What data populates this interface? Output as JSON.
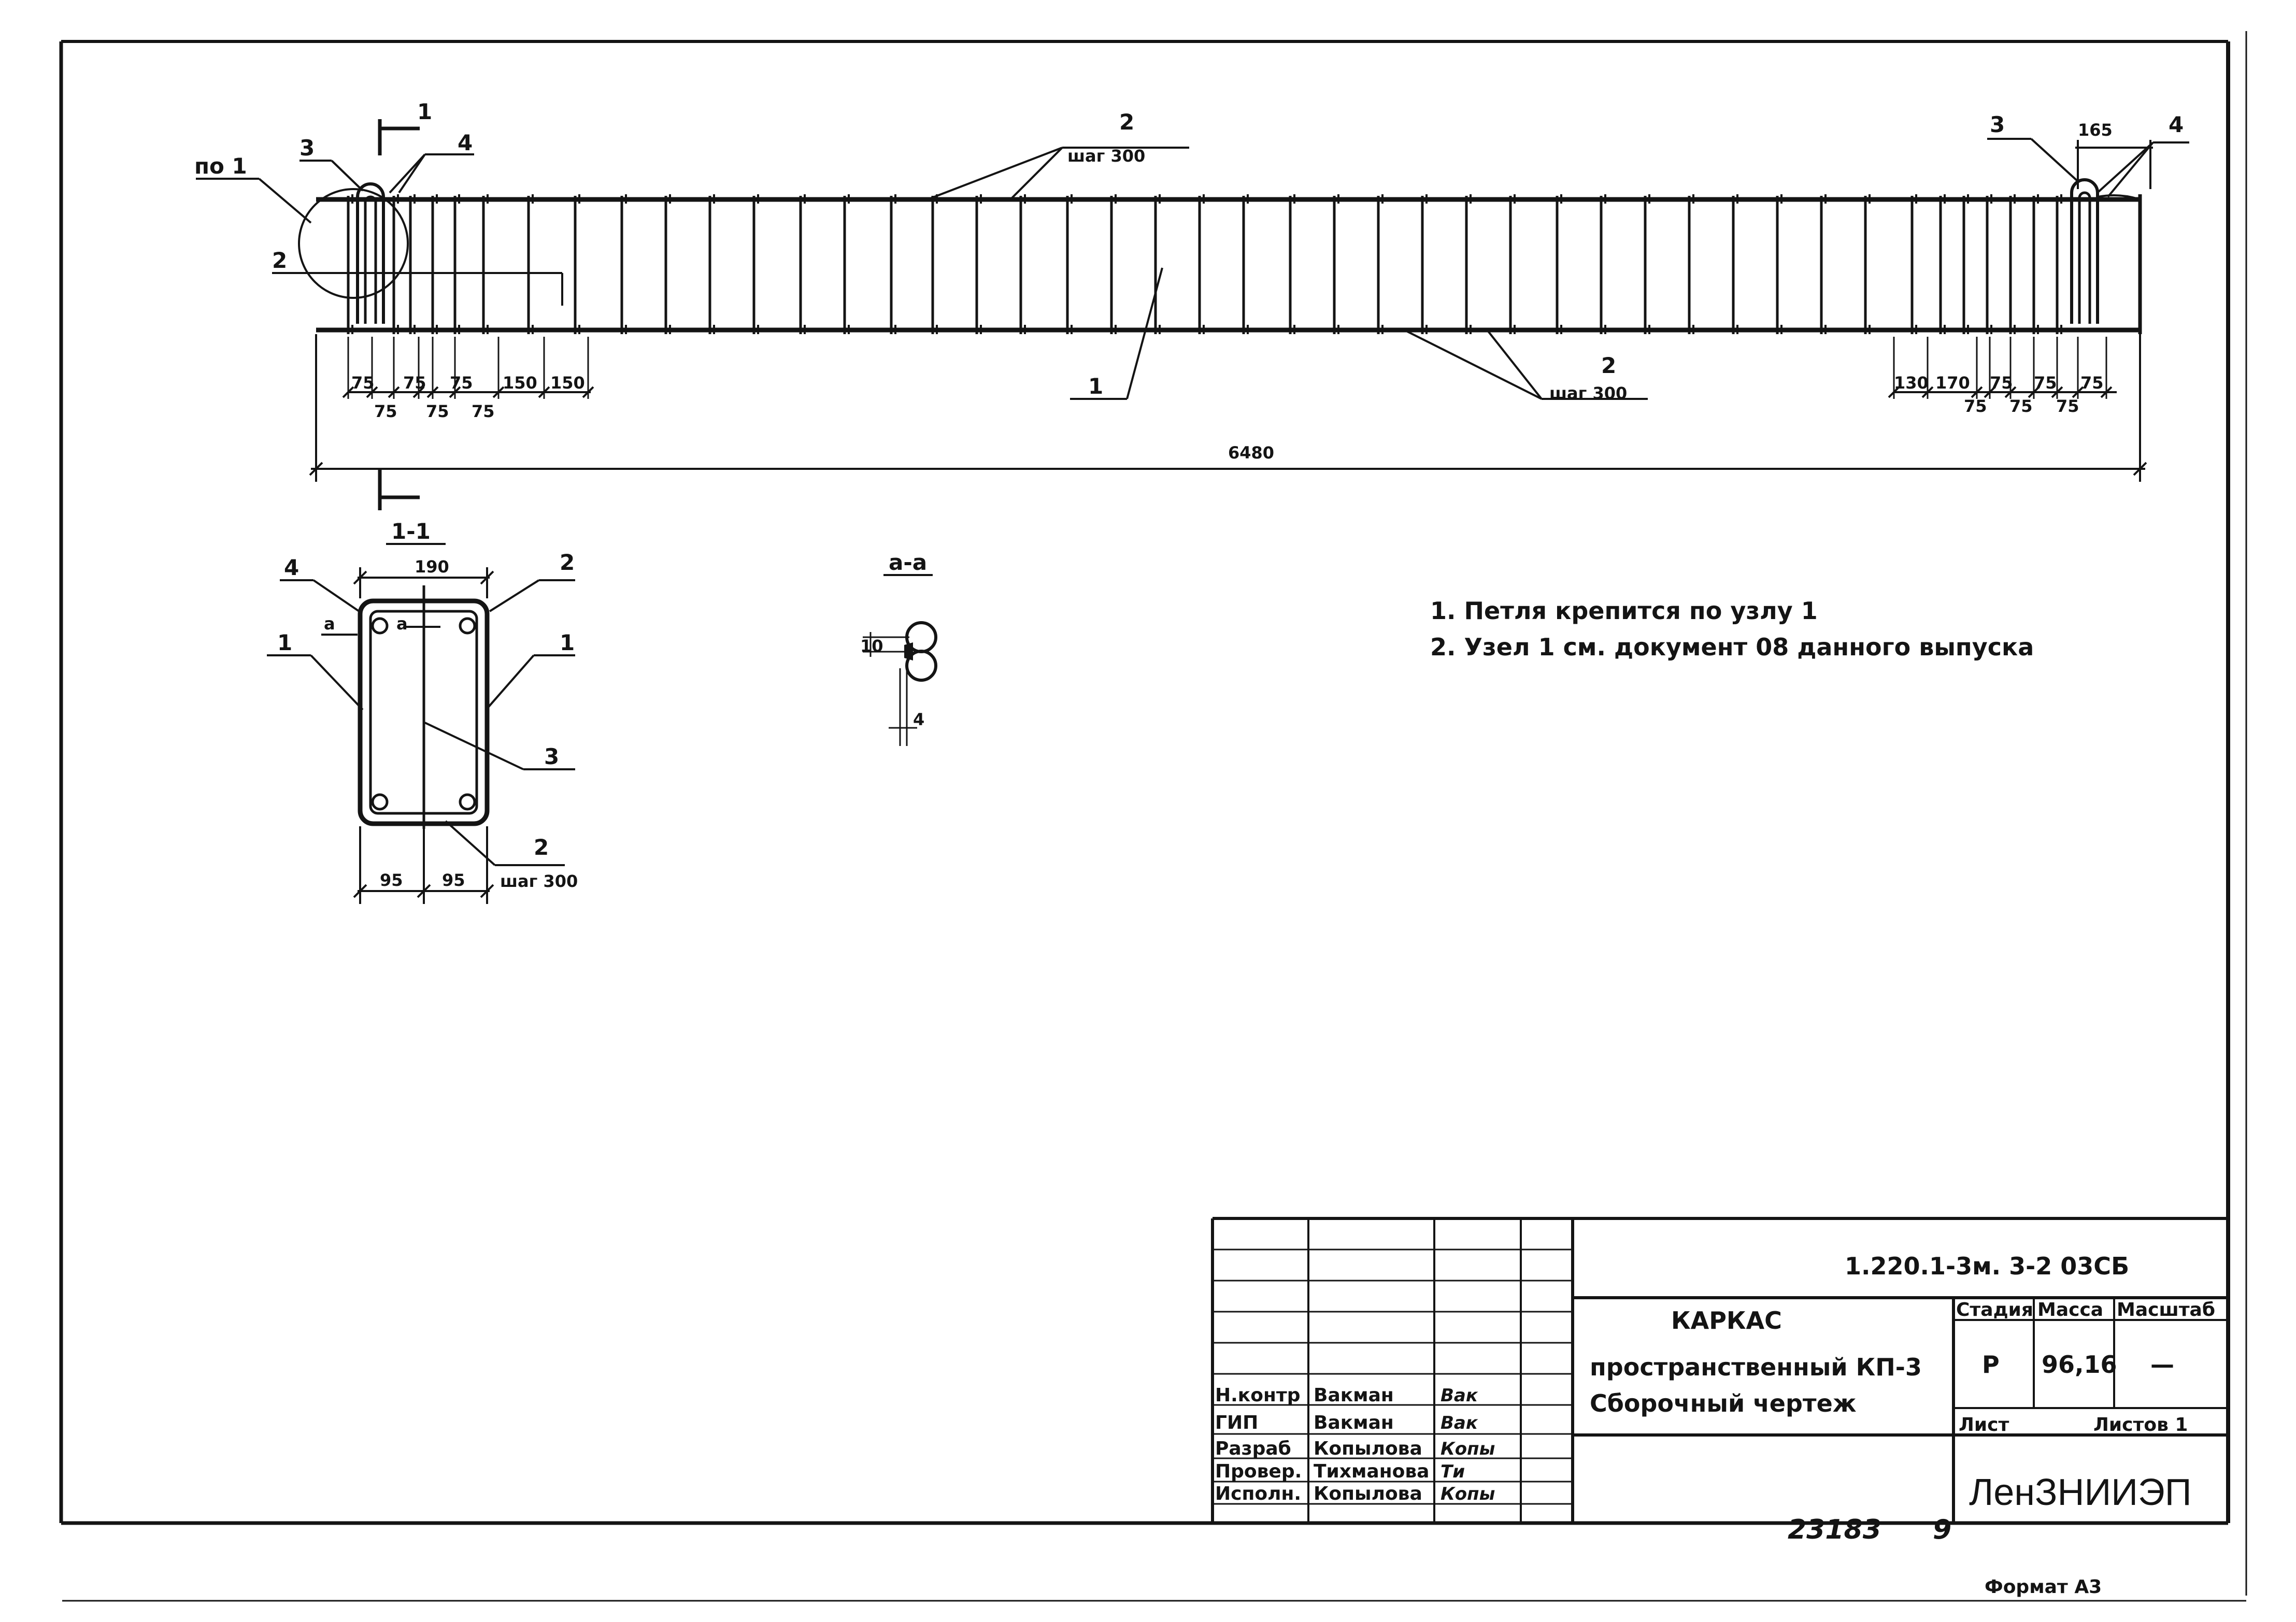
{
  "elevation": {
    "bar_labels": {
      "bar1": "1",
      "bar2": "2",
      "bar3": "3",
      "bar4": "4"
    },
    "detail_label": "по 1",
    "section_marker": "1",
    "pitch_label": "шаг 300",
    "dims_left": [
      "75",
      "75",
      "75",
      "150",
      "150"
    ],
    "dims_left_lower": [
      "75",
      "75",
      "75"
    ],
    "dims_right": [
      "130",
      "170",
      "75",
      "75",
      "75"
    ],
    "dims_right_lower": [
      "75",
      "75",
      "75"
    ],
    "loop_spacing": "165",
    "total_length": "6480"
  },
  "section_1_1": {
    "title": "1-1",
    "width": "190",
    "half_widths": [
      "95",
      "95"
    ],
    "cut_label": "а",
    "pitch_label": "шаг 300",
    "labels": {
      "bar1": "1",
      "bar2": "2",
      "bar3": "3",
      "bar4": "4"
    }
  },
  "section_a_a": {
    "title": "а-а",
    "dim_10": "10",
    "dim_4": "4"
  },
  "notes": [
    "1. Петля крепится по узлу 1",
    "2. Узел 1 см. документ  08 данного выпуска"
  ],
  "title_block": {
    "document_code": "1.220.1-3м. 3-2 03СБ",
    "title_lines": [
      "КАРКАС",
      "пространственный КП-3",
      "Сборочный  чертеж"
    ],
    "headers": {
      "stage": "Стадия",
      "mass": "Масса",
      "scale": "Масштаб"
    },
    "stage": "Р",
    "mass": "96,16",
    "scale": "—",
    "sheet": "Лист",
    "sheets": "Листов 1",
    "organization": "ЛенЗНИИЭП",
    "roles": [
      {
        "role": "Н.контр",
        "name": "Вакман",
        "sign": "Вак"
      },
      {
        "role": "ГИП",
        "name": "Вакман",
        "sign": "Вак"
      },
      {
        "role": "Разраб",
        "name": "Копылова",
        "sign": "Копы"
      },
      {
        "role": "Провер.",
        "name": "Тихманова",
        "sign": "Ти"
      },
      {
        "role": "Исполн.",
        "name": "Копылова",
        "sign": "Копы"
      }
    ]
  },
  "footer": {
    "archive_number": "23183",
    "page_number": "9",
    "format": "Формат А3"
  }
}
